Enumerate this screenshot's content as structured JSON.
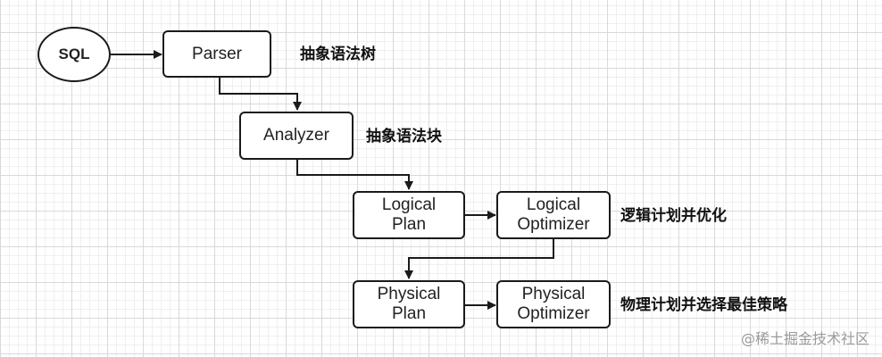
{
  "diagram": {
    "nodes": {
      "sql": "SQL",
      "parser": "Parser",
      "analyzer": "Analyzer",
      "logical_plan": "Logical\nPlan",
      "logical_optimizer": "Logical\nOptimizer",
      "physical_plan": "Physical\nPlan",
      "physical_optimizer": "Physical\nOptimizer"
    },
    "notes": {
      "parser": "抽象语法树",
      "analyzer": "抽象语法块",
      "logical_optimizer": "逻辑计划并优化",
      "physical_optimizer": "物理计划并选择最佳策略"
    }
  },
  "watermark": "@稀土掘金技术社区",
  "colors": {
    "stroke": "#1a1a1a",
    "grid": "#d9d9d9",
    "watermark": "#9a9a9a"
  }
}
